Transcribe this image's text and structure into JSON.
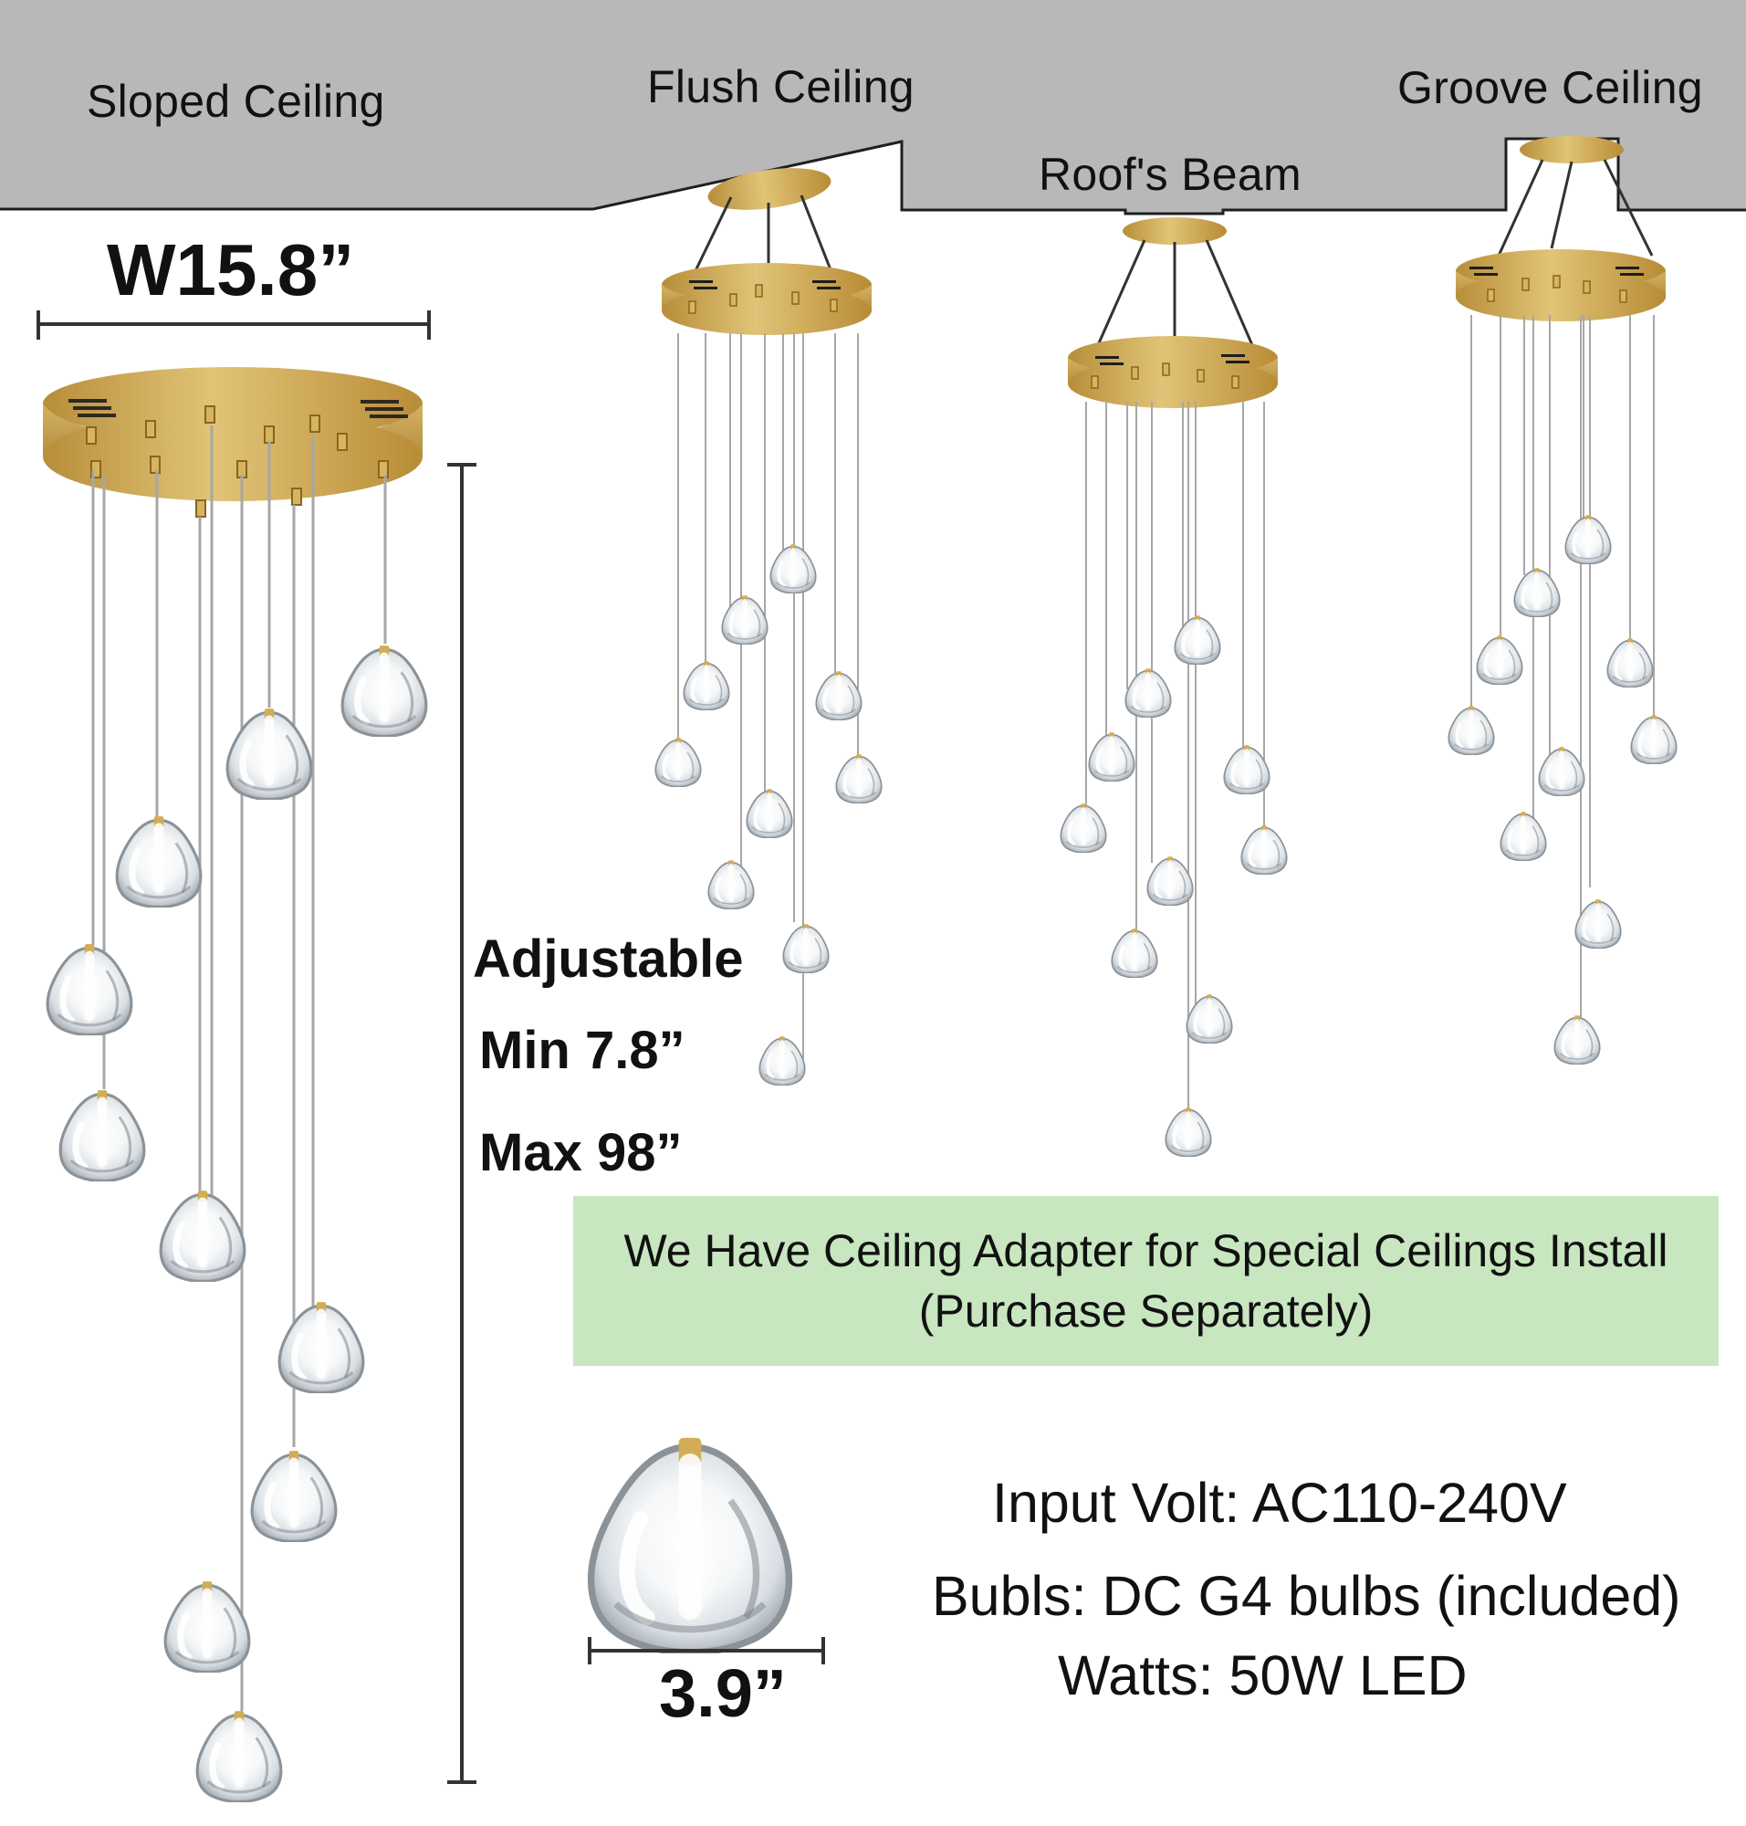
{
  "ceilings": {
    "sloped": "Sloped Ceiling",
    "flush": "Flush Ceiling",
    "roofs_beam": "Roof's Beam",
    "groove": "Groove Ceiling"
  },
  "dimensions": {
    "width": "W15.8”",
    "bulb_width": "3.9”"
  },
  "adjustable": {
    "title": "Adjustable",
    "min": "Min 7.8”",
    "max": "Max 98”"
  },
  "banner": {
    "line1": "We Have Ceiling Adapter for Special Ceilings Install",
    "line2": "(Purchase Separately)",
    "background_color": "#c8e6c0"
  },
  "specs": {
    "input_volt": "Input Volt: AC110-240V",
    "bulbs": "Bubls: DC G4 bulbs (included)",
    "watts": "Watts: 50W LED"
  },
  "colors": {
    "ceiling_gray": "#b8b8b8",
    "brass": "#c9a556",
    "text": "#111111"
  },
  "icons": {
    "product": "crystal-pendant-chandelier",
    "bulb": "crystal-bulb-icon"
  }
}
